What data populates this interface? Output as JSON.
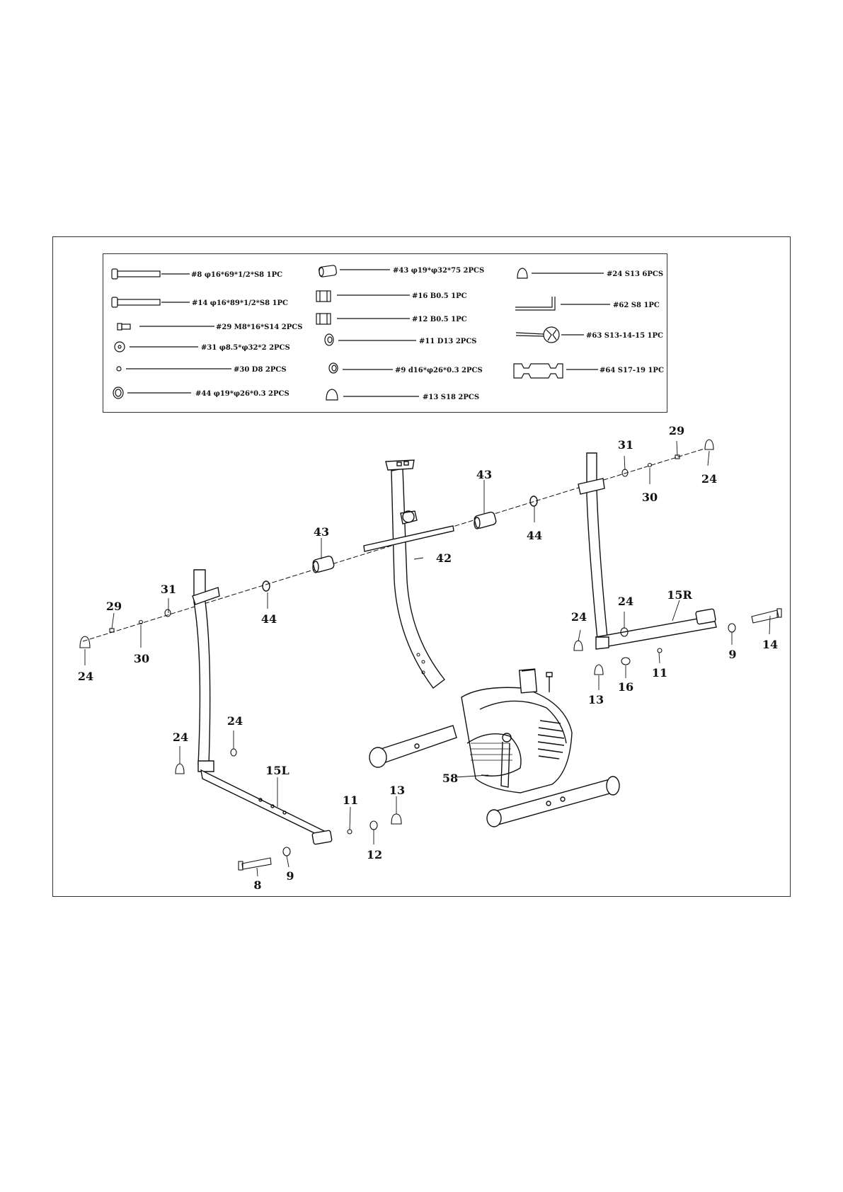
{
  "parts_list": {
    "col1": [
      {
        "label": "#8  φ16*69*1/2*S8  1PC",
        "icon": "bolt-icon"
      },
      {
        "label": "#14  φ16*89*1/2*S8  1PC",
        "icon": "bolt-icon"
      },
      {
        "label": "#29  M8*16*S14  2PCS",
        "icon": "short-bolt-icon"
      },
      {
        "label": "#31  φ8.5*φ32*2  2PCS",
        "icon": "washer-icon"
      },
      {
        "label": "#30  D8  2PCS",
        "icon": "spring-washer-icon"
      },
      {
        "label": "#44  φ19*φ26*0.3  2PCS",
        "icon": "ring-washer-icon"
      }
    ],
    "col2": [
      {
        "label": "#43  φ19*φ32*75  2PCS",
        "icon": "bushing-icon"
      },
      {
        "label": "#16  B0.5  1PC",
        "icon": "nut-icon"
      },
      {
        "label": "#12  B0.5  1PC",
        "icon": "nut-icon"
      },
      {
        "label": "#11  D13  2PCS",
        "icon": "spring-washer-icon"
      },
      {
        "label": "#9  d16*φ26*0.3  2PCS",
        "icon": "ring-washer-icon"
      },
      {
        "label": "#13  S18  2PCS",
        "icon": "cap-nut-icon"
      }
    ],
    "col3": [
      {
        "label": "#24  S13  6PCS",
        "icon": "cap-nut-icon"
      },
      {
        "label": "#62  S8  1PC",
        "icon": "allen-key-icon"
      },
      {
        "label": "#63  S13-14-15  1PC",
        "icon": "multi-wrench-icon"
      },
      {
        "label": "#64  S17-19  1PC",
        "icon": "spanner-icon"
      }
    ]
  },
  "callouts": {
    "c29r": "29",
    "c31r": "31",
    "c24r": "24",
    "c30r": "30",
    "c43a": "43",
    "c44r": "44",
    "c43b": "43",
    "c42": "42",
    "c31l": "31",
    "c29l": "29",
    "c44l": "44",
    "c30l": "30",
    "c24l": "24",
    "c15r": "15R",
    "c24ra": "24",
    "c24rb": "24",
    "c14": "14",
    "c9r": "9",
    "c11r": "11",
    "c16": "16",
    "c13r": "13",
    "c24la": "24",
    "c24lb": "24",
    "c15l": "15L",
    "c58": "58",
    "c13l": "13",
    "c11l": "11",
    "c12": "12",
    "c8": "8",
    "c9l": "9"
  }
}
